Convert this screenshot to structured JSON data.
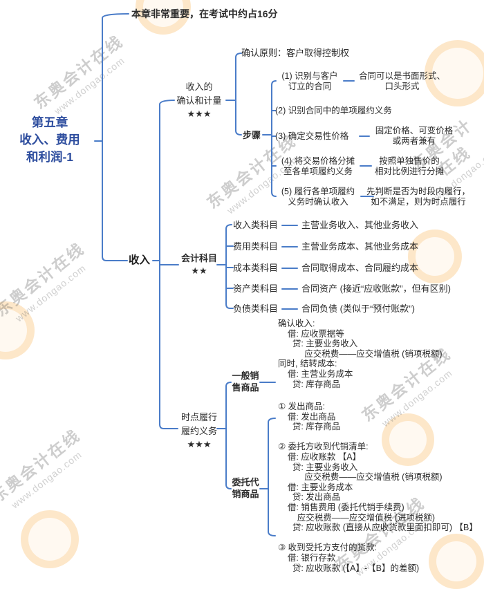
{
  "root": {
    "title": "第五章\n收入、费用\n和利润-1"
  },
  "note": "本章非常重要，在考试中约占16分",
  "revenue": {
    "label": "收入",
    "recognition": {
      "label": "收入的\n确认和计量\n★★★",
      "principle": "确认原则：客户取得控制权",
      "steps_label": "步骤",
      "steps": [
        {
          "label": "(1) 识别与客户\n订立的合同",
          "detail": "合同可以是书面形式、\n口头形式"
        },
        {
          "label": "(2) 识别合同中的单项履约义务",
          "detail": ""
        },
        {
          "label": "(3) 确定交易性价格",
          "detail": "固定价格、可变价格\n或两者兼有"
        },
        {
          "label": "(4) 将交易价格分摊\n至各单项履约义务",
          "detail": "按照单独售价的\n相对比例进行分摊"
        },
        {
          "label": "(5) 履行各单项履约\n义务时确认收入",
          "detail": "先判断是否为时段内履行，\n如不满足，则为时点履行"
        }
      ]
    },
    "accounts": {
      "label": "会计科目\n★★",
      "items": [
        {
          "label": "收入类科目",
          "detail": "主营业务收入、其他业务收入"
        },
        {
          "label": "费用类科目",
          "detail": "主营业务成本、其他业务成本"
        },
        {
          "label": "成本类科目",
          "detail": "合同取得成本、合同履约成本"
        },
        {
          "label": "资产类科目",
          "detail": "合同资产 (接近“应收账款”，但有区别)"
        },
        {
          "label": "负债类科目",
          "detail": "合同负债 (类似于“预付账款”)"
        }
      ]
    },
    "point_in_time": {
      "label": "时点履行\n履约义务\n★★★",
      "general_sales": {
        "label": "一般销\n售商品",
        "entries": "确认收入:\n    借: 应收票据等\n      贷: 主要业务收入\n           应交税费——应交增值税 (销项税额)\n同时, 结转成本:\n    借: 主营业务成本\n      贷: 库存商品"
      },
      "consignment": {
        "label": "委托代\n销商品",
        "entries": "① 发出商品:\n    借: 发出商品\n      贷: 库存商品\n\n② 委托方收到代销清单:\n    借: 应收账款 【A】\n      贷: 主要业务收入\n           应交税费——应交增值税 (销项税额)\n    借: 主要业务成本\n      贷: 发出商品\n    借: 销售费用 (委托代销手续费)\n        应交税费——应交增值税 (进项税额)\n      贷: 应收账款 (直接从应收货款里面扣即可) 【B】\n\n③ 收到受托方支付的货款:\n    借: 银行存款\n      贷: 应收账款 (【A】-【B】的差额)"
      }
    }
  },
  "watermark": {
    "brand": "东奥会计在线",
    "url": "www.dongao.com"
  },
  "colors": {
    "line": "#4a7cc8",
    "root_text": "#2d4d9e",
    "logo_orange": "#f6a63d"
  }
}
